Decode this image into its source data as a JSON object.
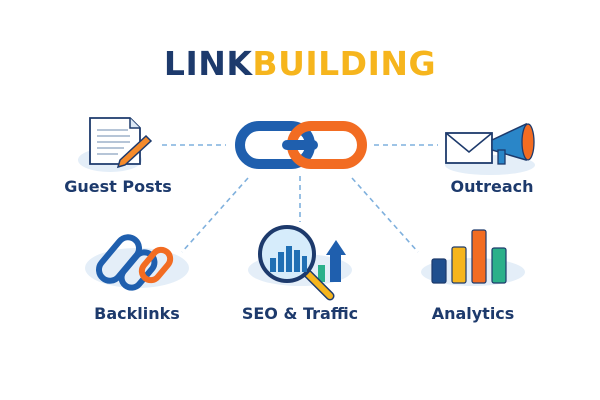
{
  "title": {
    "part1": "LINK",
    "part2": "BUILDING"
  },
  "nodes": {
    "guest_posts": "Guest Posts",
    "outreach": "Outreach",
    "backlinks": "Backlinks",
    "seo_traffic": "SEO & Traffic",
    "analytics": "Analytics"
  },
  "colors": {
    "navy": "#1d3a6c",
    "yellow": "#f6b51d",
    "blue": "#1f5fae",
    "orange": "#f26c22",
    "green": "#2bb08a",
    "dash": "#7fb0dd"
  }
}
